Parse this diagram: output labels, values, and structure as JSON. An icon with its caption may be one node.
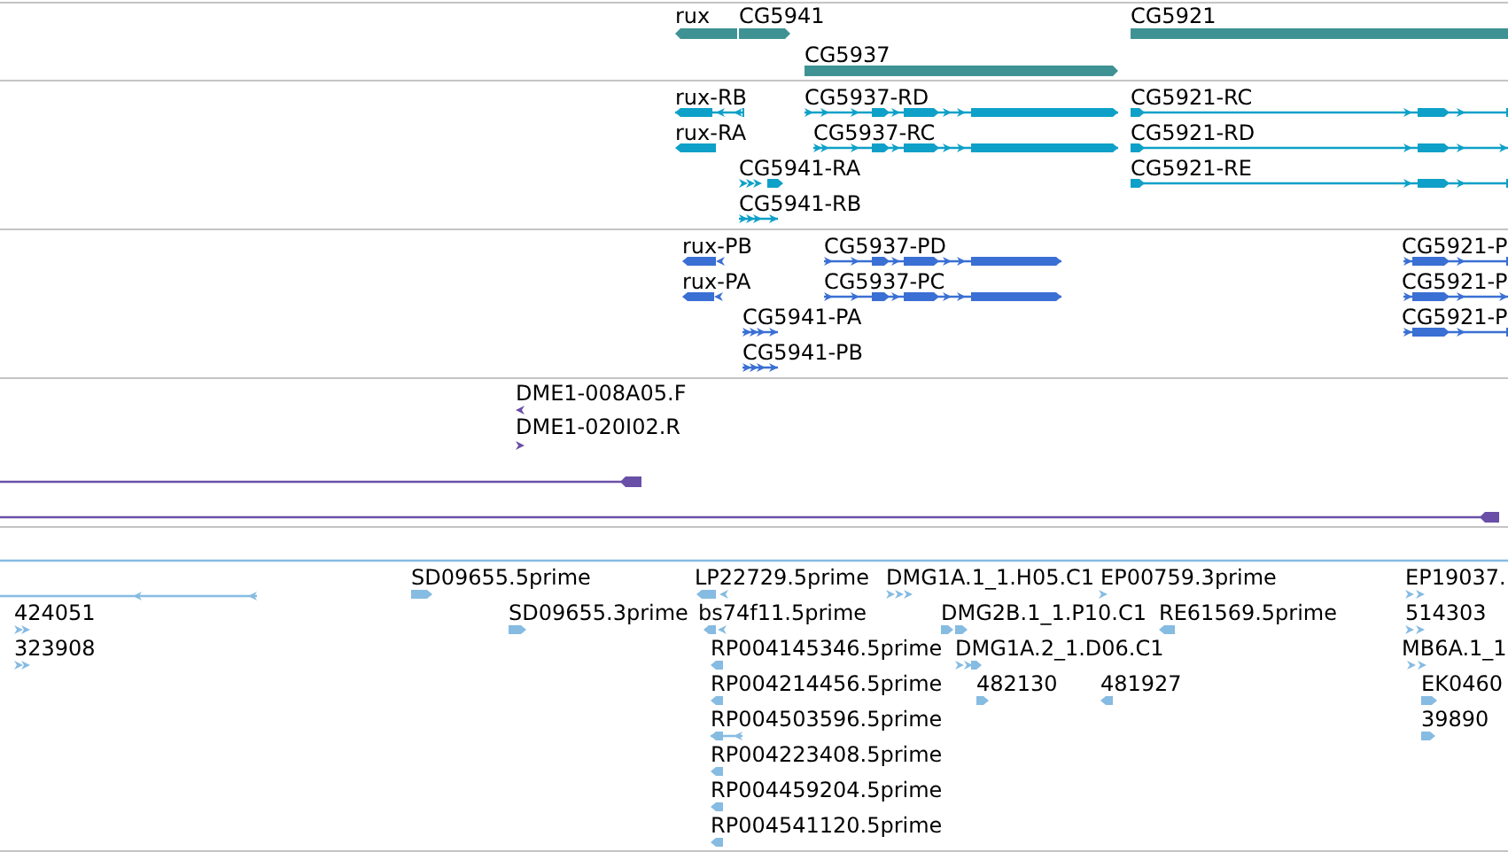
{
  "diagram": {
    "nodes": [
      {
        "text": [
          "rux"
        ]
      },
      {
        "text": [
          "CG5941"
        ]
      },
      {
        "text": [
          "CG5921"
        ]
      },
      {
        "text": [
          "CG5937"
        ]
      },
      {
        "text": [
          "rux-RB"
        ]
      },
      {
        "text": [
          "CG5937-RD"
        ]
      },
      {
        "text": [
          "CG5921-RC"
        ]
      },
      {
        "text": [
          "rux-RA"
        ]
      },
      {
        "text": [
          "CG5937-RC"
        ]
      },
      {
        "text": [
          "CG5921-RD"
        ]
      },
      {
        "text": [
          "CG5941-RA"
        ]
      },
      {
        "text": [
          "CG5921-RE"
        ]
      },
      {
        "text": [
          "CG5941-RB"
        ]
      },
      {
        "text": [
          "rux-PB"
        ]
      },
      {
        "text": [
          "CG5937-PD"
        ]
      },
      {
        "text": [
          "CG5921-P"
        ]
      },
      {
        "text": [
          "rux-PA"
        ]
      },
      {
        "text": [
          "CG5937-PC"
        ]
      },
      {
        "text": [
          "CG5921-P"
        ]
      },
      {
        "text": [
          "CG5941-PA"
        ]
      },
      {
        "text": [
          "CG5921-P"
        ]
      },
      {
        "text": [
          "CG5941-PB"
        ]
      },
      {
        "text": [
          "DME1-008A05.F"
        ]
      },
      {
        "text": [
          "DME1-020I02.R"
        ]
      },
      {
        "text": [],
        "shape": "line"
      },
      {
        "text": [],
        "shape": "line"
      },
      {
        "text": [],
        "shape": "line"
      },
      {
        "text": [],
        "shape": "line"
      },
      {
        "text": [
          "SD09655.5prime"
        ]
      },
      {
        "text": [
          "LP22729.5prime"
        ]
      },
      {
        "text": [
          "DMG1A.1_1.H05.C1"
        ]
      },
      {
        "text": [
          "EP00759.3prime"
        ]
      },
      {
        "text": [
          "EP19037."
        ]
      },
      {
        "text": [
          "424051"
        ]
      },
      {
        "text": [
          "SD09655.3prime"
        ]
      },
      {
        "text": [
          "bs74f11.5prime"
        ]
      },
      {
        "text": [
          "DMG2B.1_1.P10.C1"
        ]
      },
      {
        "text": [
          "RE61569.5prime"
        ]
      },
      {
        "text": [
          "514303"
        ]
      },
      {
        "text": [
          "323908"
        ]
      },
      {
        "text": [
          "RP004145346.5prime"
        ]
      },
      {
        "text": [
          "DMG1A.2_1.D06.C1"
        ]
      },
      {
        "text": [
          "MB6A.1_1"
        ]
      },
      {
        "text": [
          "RP004214456.5prime"
        ]
      },
      {
        "text": [
          "482130"
        ]
      },
      {
        "text": [
          "481927"
        ]
      },
      {
        "text": [
          "EK0460"
        ]
      },
      {
        "text": [
          "RP004503596.5prime"
        ]
      },
      {
        "text": [
          "39890"
        ]
      },
      {
        "text": [
          "RP004223408.5prime"
        ]
      },
      {
        "text": [
          "RP004459204.5prime"
        ]
      },
      {
        "text": [
          "RP004541120.5prime"
        ]
      }
    ]
  }
}
